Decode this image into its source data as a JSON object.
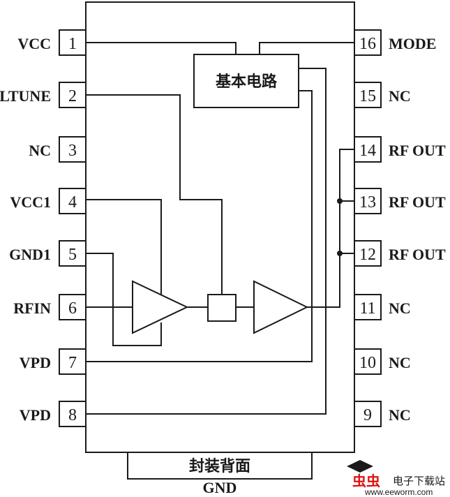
{
  "left_pins": [
    {
      "number": "1",
      "label": "VCC"
    },
    {
      "number": "2",
      "label": "LTUNE"
    },
    {
      "number": "3",
      "label": "NC"
    },
    {
      "number": "4",
      "label": "VCC1"
    },
    {
      "number": "5",
      "label": "GND1"
    },
    {
      "number": "6",
      "label": "RFIN"
    },
    {
      "number": "7",
      "label": "VPD"
    },
    {
      "number": "8",
      "label": "VPD"
    }
  ],
  "right_pins": [
    {
      "number": "16",
      "label": "MODE"
    },
    {
      "number": "15",
      "label": "NC"
    },
    {
      "number": "14",
      "label": "RF OUT"
    },
    {
      "number": "13",
      "label": "RF OUT"
    },
    {
      "number": "12",
      "label": "RF OUT"
    },
    {
      "number": "11",
      "label": "NC"
    },
    {
      "number": "10",
      "label": "NC"
    },
    {
      "number": "9",
      "label": "NC"
    }
  ],
  "blocks": {
    "basic_circuit": "基本电路",
    "package_back": "封装背面",
    "gnd_label": "GND"
  },
  "watermark": {
    "logo_text": "虫虫",
    "site_name": "电子下载站",
    "url": "www.eeworm.com"
  },
  "colors": {
    "ink": "#1a1a1a",
    "watermark_red": "#e01010"
  }
}
